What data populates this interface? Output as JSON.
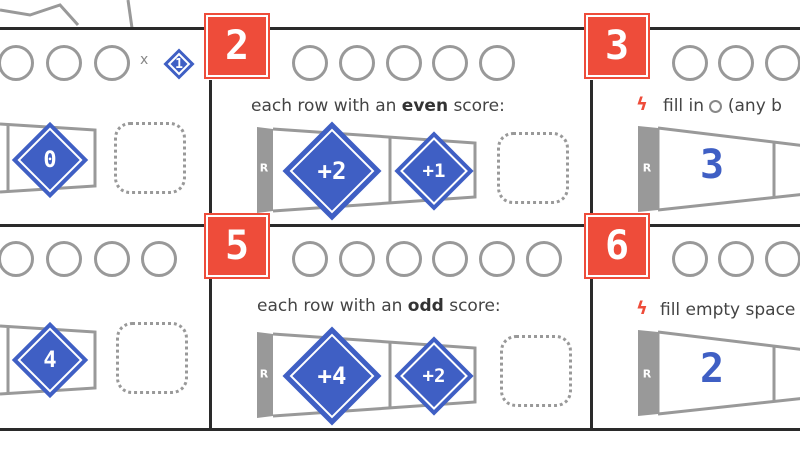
{
  "sections": [
    {
      "id": 2,
      "badge": "2",
      "rule_prefix": "each row with an ",
      "rule_bold": "even",
      "rule_suffix": " score:",
      "bonuses": [
        "+2",
        "+1"
      ],
      "row_tag": "R"
    },
    {
      "id": 3,
      "badge": "3",
      "action_text": "fill in",
      "action_suffix": "(any b",
      "row_number": "3",
      "row_tag": "R"
    },
    {
      "id": 5,
      "badge": "5",
      "rule_prefix": "each row with an ",
      "rule_bold": "odd",
      "rule_suffix": " score:",
      "bonuses": [
        "+4",
        "+2"
      ],
      "row_tag": "R"
    },
    {
      "id": 6,
      "badge": "6",
      "action_text": "fill empty space",
      "row_number": "2",
      "row_tag": "R"
    }
  ],
  "left_partial": {
    "top": {
      "multiplier_symbol": "x",
      "multiplier_value": "1",
      "row_value": "0"
    },
    "bottom": {
      "row_value": "4"
    }
  },
  "colors": {
    "accent_red": "#ee4c3a",
    "diamond_blue": "#3f5fc4",
    "line": "#2a2a2a",
    "gray": "#999999"
  }
}
